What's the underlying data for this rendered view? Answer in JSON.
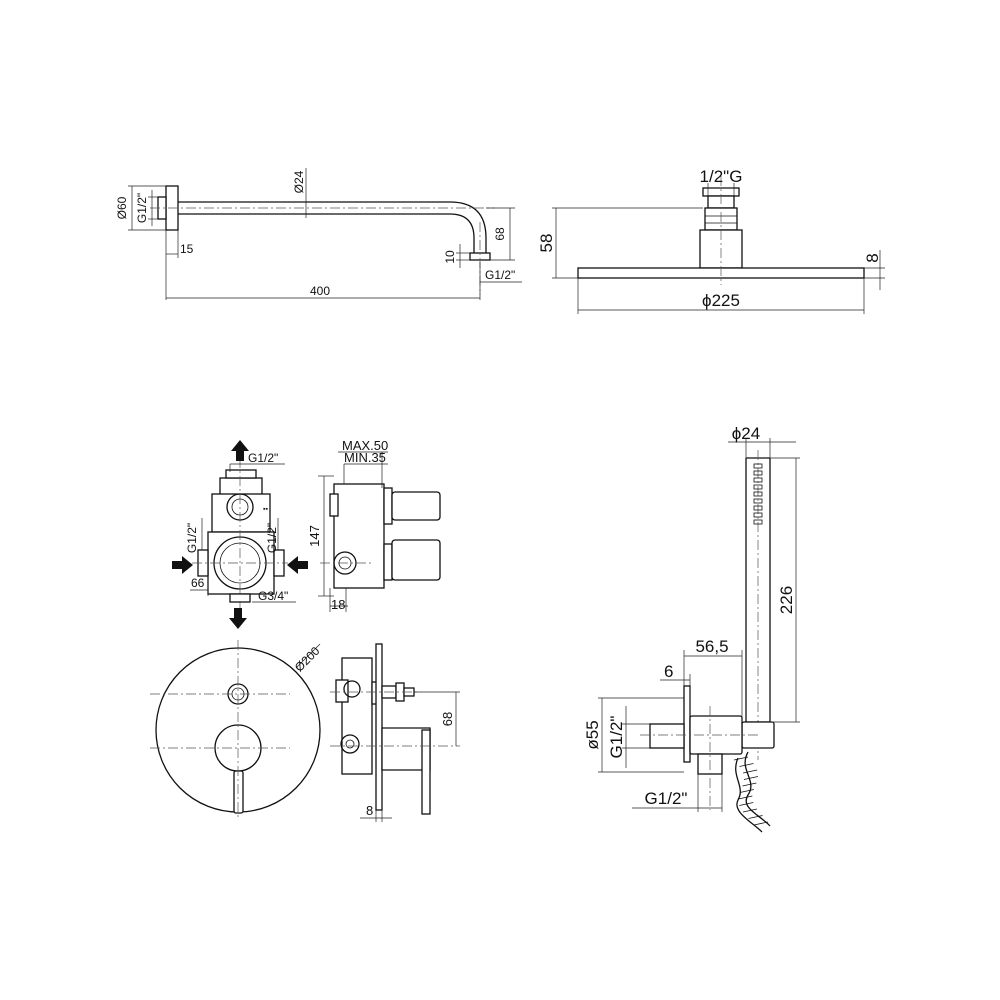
{
  "shower_arm": {
    "dia_flange": "Ø60",
    "thread_inlet": "G1/2\"",
    "dia_pipe": "Ø24",
    "flange_depth": "15",
    "length": "400",
    "drop": "68",
    "outlet_len": "10",
    "thread_outlet": "G1/2\""
  },
  "shower_head": {
    "thread": "1/2\"G",
    "height": "58",
    "thickness": "8",
    "diameter": "ϕ225"
  },
  "mixer_body": {
    "top_outlet": "G1/2\"",
    "left_inlet": "G1/2\"",
    "right_inlet": "G1/2\"",
    "centers": "66",
    "bottom_outlet": "G3/4\"",
    "depth_max": "MAX.50",
    "depth_min": "MIN.35",
    "height": "147",
    "offset": "18"
  },
  "trim_plate": {
    "diameter": "Ø200",
    "spacing": "68",
    "plate_thickness": "8"
  },
  "hand_shower": {
    "diameter": "ϕ24",
    "length": "226",
    "projection": "56,5",
    "flange": "6",
    "dia_elbow": "ø55",
    "thread_back": "G1/2\"",
    "thread_bottom": "G1/2\""
  }
}
